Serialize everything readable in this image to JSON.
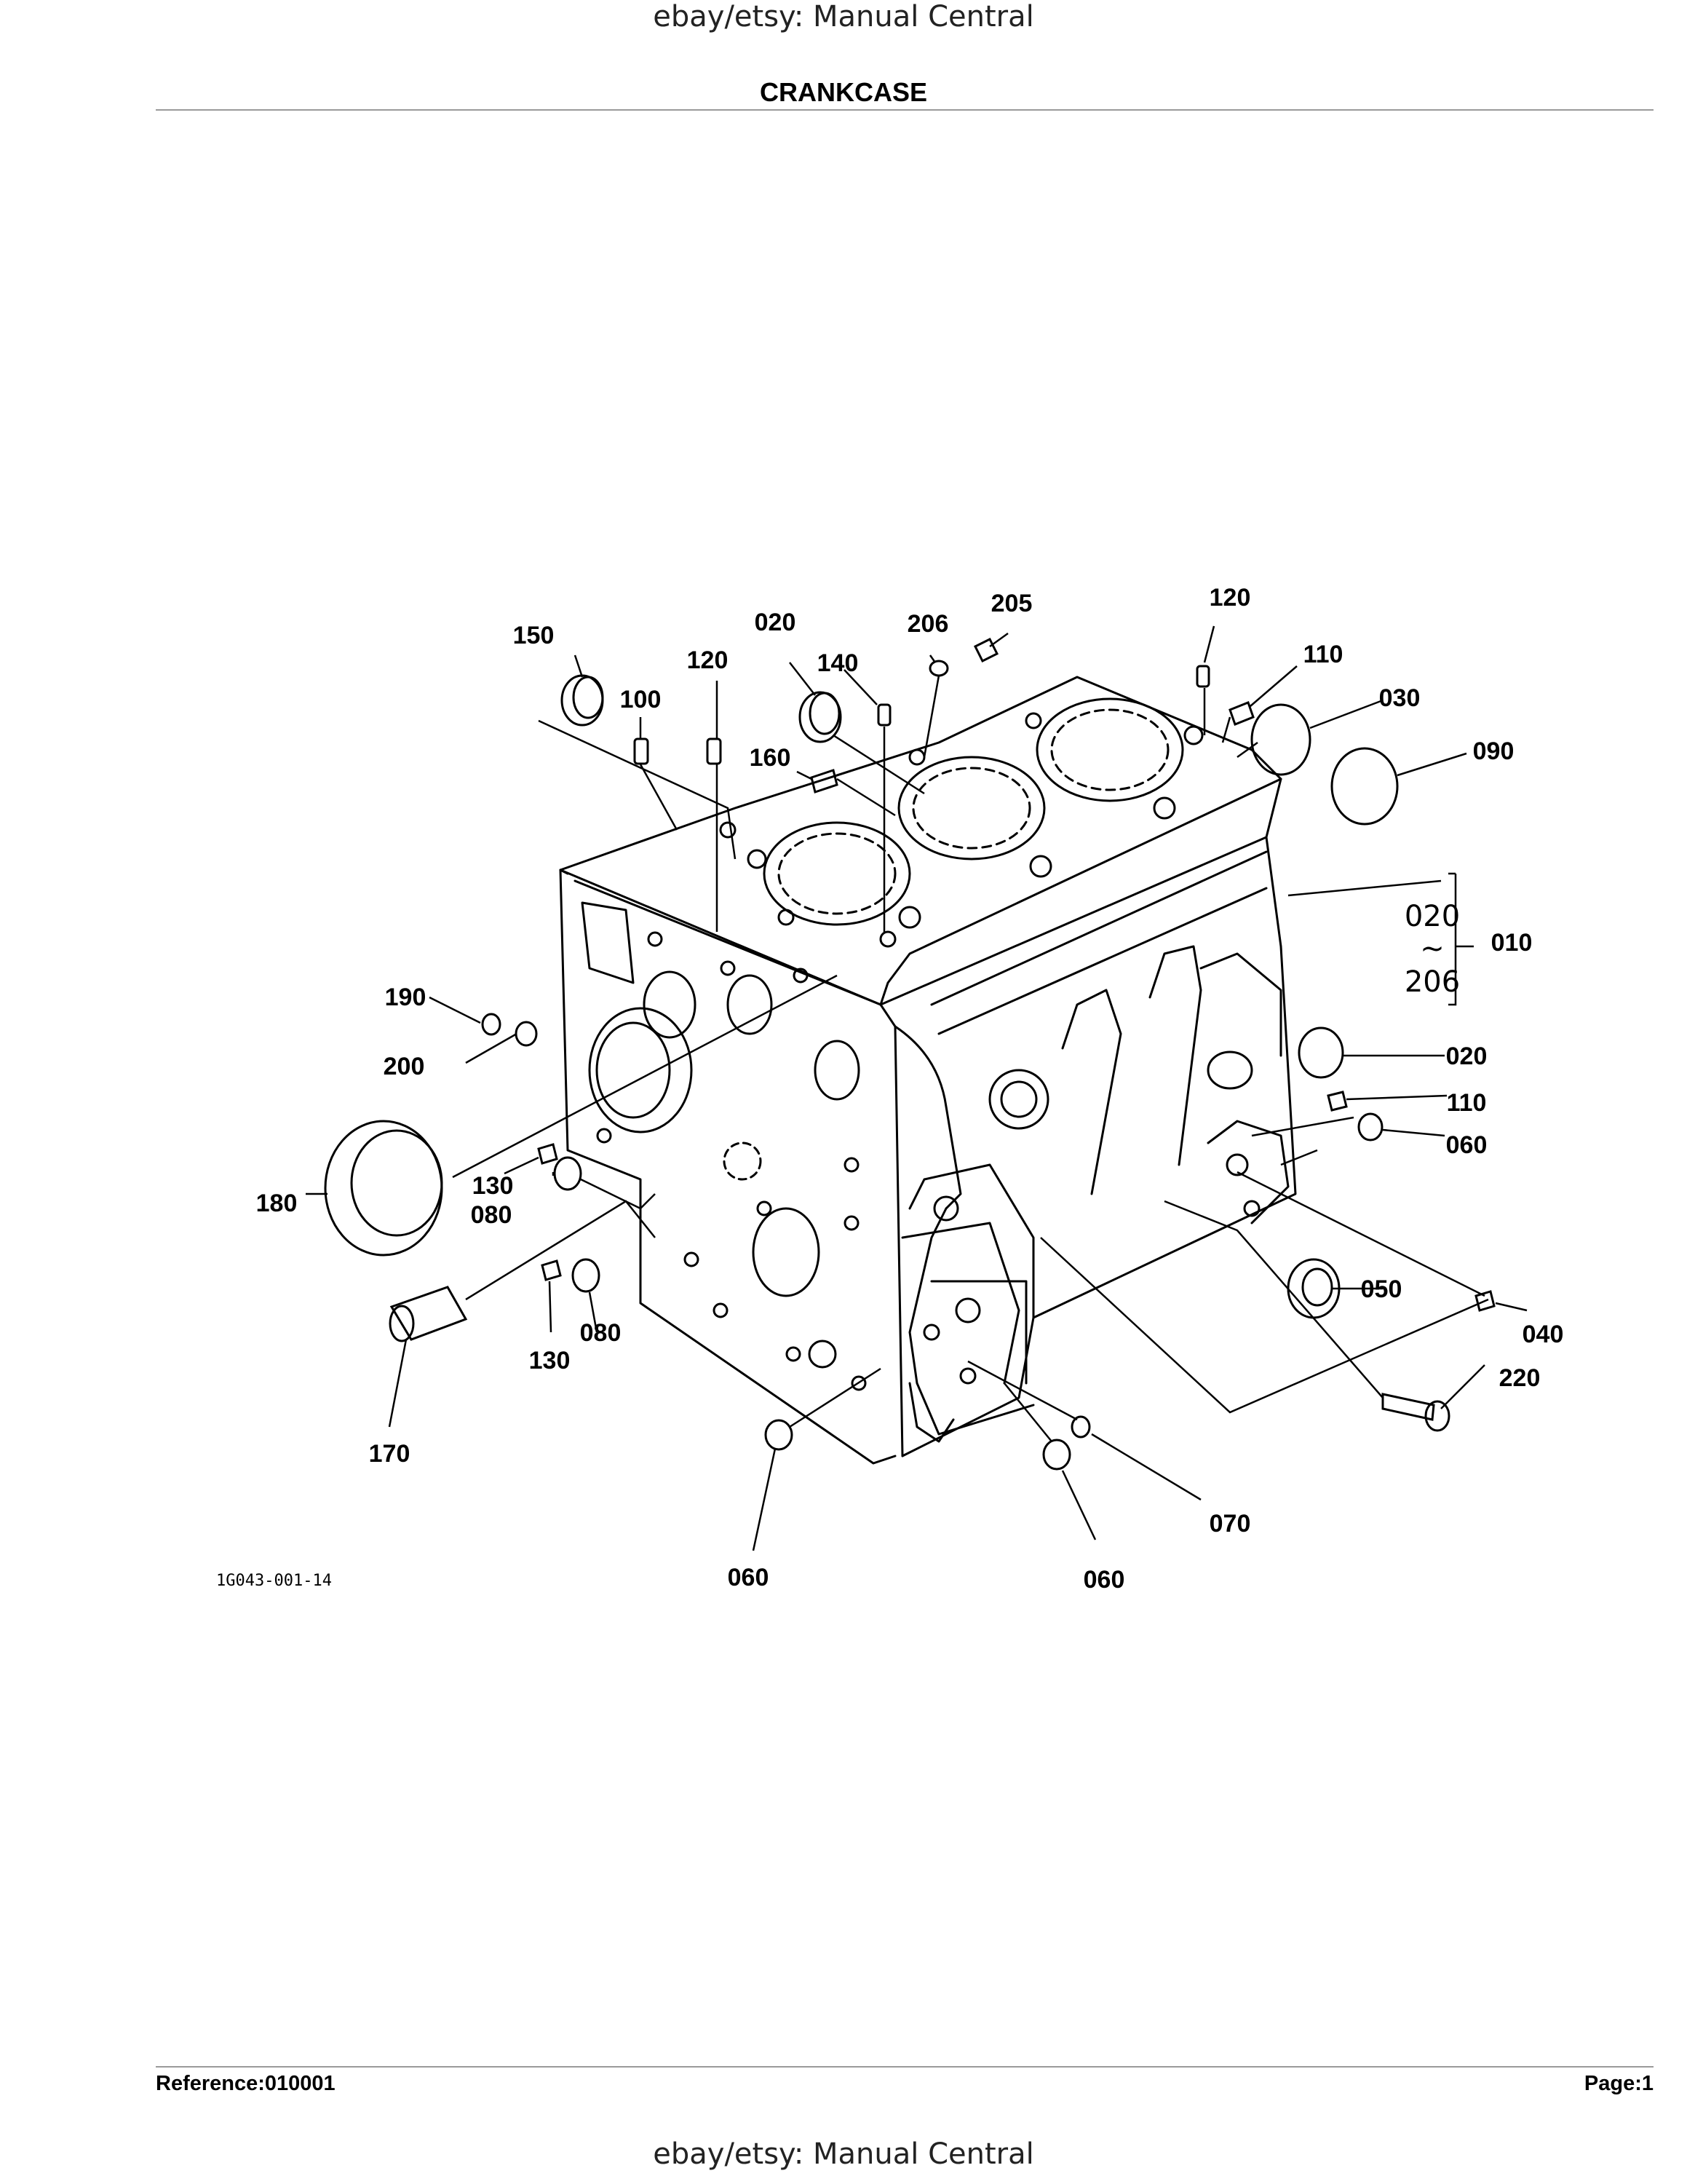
{
  "header": {
    "watermark": "ebay/etsy: Manual Central",
    "title": "CRANKCASE"
  },
  "diagram": {
    "figure_code": "1G043-001-14",
    "group_label": {
      "top": "020",
      "tilde": "~",
      "bottom": "206"
    },
    "callouts": {
      "c150": "150",
      "c100": "100",
      "c120a": "120",
      "c020a": "020",
      "c140": "140",
      "c160": "160",
      "c206": "206",
      "c205": "205",
      "c120b": "120",
      "c110a": "110",
      "c030": "030",
      "c090": "090",
      "c010": "010",
      "c190": "190",
      "c200": "200",
      "c020b": "020",
      "c110b": "110",
      "c060a": "060",
      "c130a": "130",
      "c080a": "080",
      "c180": "180",
      "c050": "050",
      "c040": "040",
      "c130b": "130",
      "c080b": "080",
      "c220": "220",
      "c170": "170",
      "c070": "070",
      "c060b": "060",
      "c060c": "060"
    }
  },
  "footer": {
    "reference": "Reference:010001",
    "page": "Page:1",
    "watermark": "ebay/etsy: Manual Central"
  }
}
